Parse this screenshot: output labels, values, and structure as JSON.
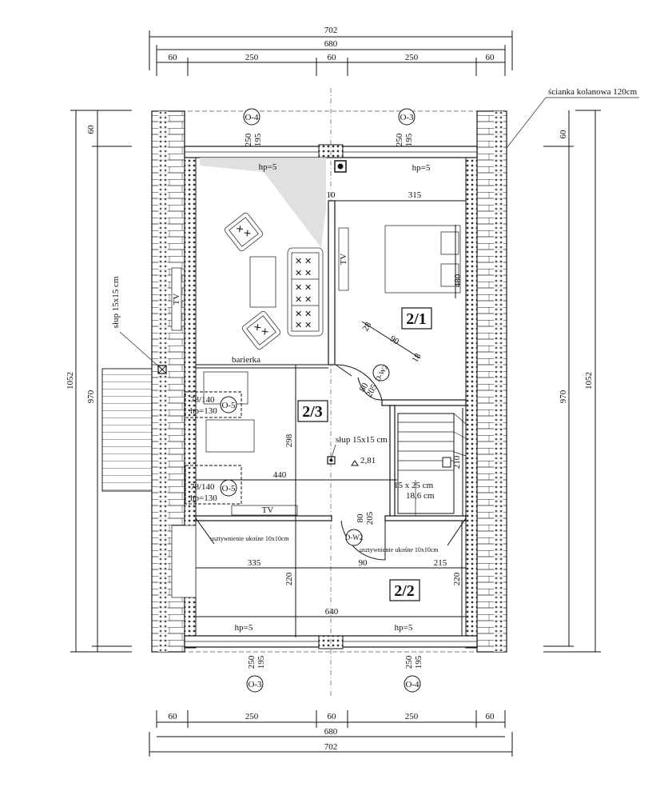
{
  "dimensions": {
    "top_overall": "702",
    "top_inner": "680",
    "top_segments": [
      "60",
      "250",
      "60",
      "250",
      "60"
    ],
    "bottom_segments": [
      "60",
      "250",
      "60",
      "250",
      "60"
    ],
    "bottom_inner": "680",
    "bottom_overall": "702",
    "left_overall": "1052",
    "left_inner": "970",
    "left_top": "60",
    "right_overall": "1052",
    "right_inner": "970",
    "right_top": "60",
    "window_top_left_a": "250",
    "window_top_left_b": "195",
    "window_top_right_a": "250",
    "window_top_right_b": "195",
    "window_bottom_left_a": "250",
    "window_bottom_left_b": "195",
    "window_bottom_right_a": "250",
    "window_bottom_right_b": "195",
    "room21_width": "315",
    "room21_wall": "10",
    "room21_depth": "480",
    "door_angle_a": "28",
    "door_angle_b": "90",
    "door_angle_c": "18",
    "door_dw2_top_a": "80",
    "door_dw2_top_b": "205",
    "hall_height": "298",
    "hall_width": "440",
    "stair_height": "210",
    "door_dw2_bottom_a": "80",
    "door_dw2_bottom_b": "205",
    "room22_left": "335",
    "room22_door": "90",
    "room22_right": "215",
    "room22_h_left": "220",
    "room22_h_right": "220",
    "room22_width": "640"
  },
  "axes": {
    "top_left": "O-4",
    "top_right": "O-3",
    "bottom_left": "O-3",
    "bottom_right": "O-4",
    "window_left_1": "O-5",
    "window_left_2": "O-5"
  },
  "rooms": {
    "r21": "2/1",
    "r23": "2/3",
    "r22": "2/2"
  },
  "labels": {
    "knee_wall": "ścianka kolanowa 120cm",
    "post_left": "słup 15x15 cm",
    "post_center": "słup 15x15 cm",
    "barrier": "barierka",
    "hp_top_left": "hp=5",
    "hp_top_right": "hp=5",
    "hp_bottom_left": "hp=5",
    "hp_bottom_right": "hp=5",
    "window1_size": "78/140",
    "window1_hp": "hp=130",
    "window2_size": "78/140",
    "window2_hp": "hp=130",
    "tv_1": "TV",
    "tv_2": "TV",
    "tv_3": "TV",
    "door_top": "D-W2",
    "door_bottom": "D-W2",
    "level": "2,81",
    "stairs_step": "15 x 25 cm",
    "stairs_rise": "18,6 cm",
    "brace_left": "usztywnienie ukośne 10x10cm",
    "brace_right": "usztywnienie ukośne 10x10cm"
  }
}
